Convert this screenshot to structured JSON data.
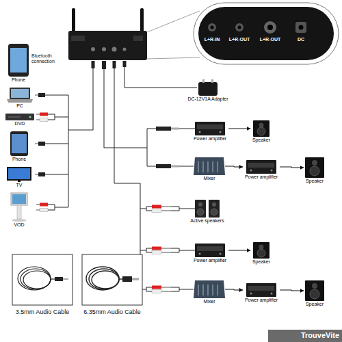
{
  "diagram": {
    "nodes": [
      {
        "text": [
          "Phone"
        ]
      },
      {
        "text": [
          "PC"
        ]
      },
      {
        "text": [
          "DVD"
        ]
      },
      {
        "text": [
          "Phone"
        ]
      },
      {
        "text": [
          "TV"
        ]
      },
      {
        "text": [
          "VOD"
        ]
      },
      {
        "text": [
          "DC-12V1A Adapter"
        ]
      },
      {
        "text": [
          "Power amplifier"
        ]
      },
      {
        "text": [
          "Speaker"
        ]
      },
      {
        "text": [
          "Mixer"
        ]
      },
      {
        "text": [
          "Power amplifier"
        ]
      },
      {
        "text": [
          "Speaker"
        ]
      },
      {
        "text": [
          "Active speakers"
        ]
      },
      {
        "text": [
          "Power amplifier"
        ]
      },
      {
        "text": [
          "Speaker"
        ]
      },
      {
        "text": [
          "Mixer"
        ]
      },
      {
        "text": [
          "Power amplifier"
        ]
      },
      {
        "text": [
          "Speaker"
        ]
      }
    ],
    "edges": [
      {
        "from": 7,
        "to": 8,
        "arrow": "to"
      },
      {
        "from": 9,
        "to": 10,
        "arrow": "to"
      },
      {
        "from": 10,
        "to": 11,
        "arrow": "to"
      },
      {
        "from": 13,
        "to": 14,
        "arrow": "to"
      },
      {
        "from": 15,
        "to": 16,
        "arrow": "to"
      },
      {
        "from": 16,
        "to": 17,
        "arrow": "to"
      }
    ],
    "labels": [
      "Bluetooth connection",
      "L+R-IN",
      "L+R-OUT",
      "L+R-OUT",
      "DC",
      "TrouveVite"
    ],
    "legend": [
      {
        "text": "3.5mm Audio Cable"
      },
      {
        "text": "6.35mm Audio Cable"
      }
    ]
  }
}
